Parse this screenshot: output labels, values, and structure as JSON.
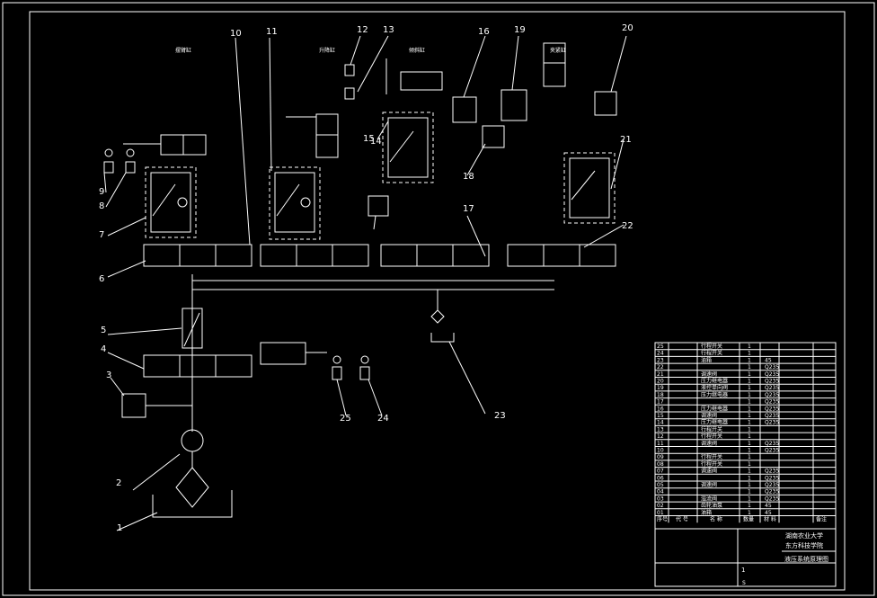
{
  "drawing": {
    "title": "液压系统原理图",
    "school_1": "湖南农业大学",
    "school_2": "东方科技学院",
    "sheet_no": "1",
    "sheet_note": "S"
  },
  "labels": {
    "station_1": "摆臂缸",
    "station_2": "升降缸",
    "station_3": "倾斜缸",
    "station_4": "夹紧缸"
  },
  "callouts": [
    "1",
    "2",
    "3",
    "4",
    "5",
    "6",
    "7",
    "8",
    "9",
    "10",
    "11",
    "12",
    "13",
    "14",
    "15",
    "16",
    "17",
    "18",
    "19",
    "20",
    "21",
    "22",
    "23",
    "24",
    "25"
  ],
  "bom": {
    "header": {
      "seq": "序号",
      "code": "代 号",
      "name": "名 称",
      "qty": "数量",
      "material": "材 料",
      "note": "备注"
    },
    "rows": [
      {
        "seq": "25",
        "name": "行程开关",
        "qty": "1",
        "mat": ""
      },
      {
        "seq": "24",
        "name": "行程开关",
        "qty": "1",
        "mat": ""
      },
      {
        "seq": "23",
        "name": "油箱",
        "qty": "1",
        "mat": "45"
      },
      {
        "seq": "22",
        "name": "",
        "qty": "1",
        "mat": "Q235"
      },
      {
        "seq": "21",
        "name": "调速阀",
        "qty": "1",
        "mat": "Q235"
      },
      {
        "seq": "20",
        "name": "压力继电器",
        "qty": "1",
        "mat": "Q235"
      },
      {
        "seq": "19",
        "name": "液控单向阀",
        "qty": "1",
        "mat": "Q235"
      },
      {
        "seq": "18",
        "name": "压力继电器",
        "qty": "1",
        "mat": "Q235"
      },
      {
        "seq": "17",
        "name": "",
        "qty": "1",
        "mat": "Q235"
      },
      {
        "seq": "16",
        "name": "压力继电器",
        "qty": "1",
        "mat": "Q235"
      },
      {
        "seq": "15",
        "name": "调速阀",
        "qty": "1",
        "mat": "Q235"
      },
      {
        "seq": "14",
        "name": "压力继电器",
        "qty": "1",
        "mat": "Q235"
      },
      {
        "seq": "13",
        "name": "行程开关",
        "qty": "1",
        "mat": ""
      },
      {
        "seq": "12",
        "name": "行程开关",
        "qty": "1",
        "mat": ""
      },
      {
        "seq": "11",
        "name": "调速阀",
        "qty": "1",
        "mat": "Q235"
      },
      {
        "seq": "10",
        "name": "",
        "qty": "1",
        "mat": "Q235"
      },
      {
        "seq": "09",
        "name": "行程开关",
        "qty": "1",
        "mat": ""
      },
      {
        "seq": "08",
        "name": "行程开关",
        "qty": "1",
        "mat": ""
      },
      {
        "seq": "07",
        "name": "调速阀",
        "qty": "1",
        "mat": "Q235"
      },
      {
        "seq": "06",
        "name": "",
        "qty": "1",
        "mat": "Q235"
      },
      {
        "seq": "05",
        "name": "调速阀",
        "qty": "1",
        "mat": "Q235"
      },
      {
        "seq": "04",
        "name": "",
        "qty": "1",
        "mat": "Q235"
      },
      {
        "seq": "03",
        "name": "溢流阀",
        "qty": "1",
        "mat": "Q235"
      },
      {
        "seq": "02",
        "name": "齿轮油泵",
        "qty": "1",
        "mat": "45"
      },
      {
        "seq": "01",
        "name": "油箱",
        "qty": "1",
        "mat": "45"
      }
    ]
  }
}
